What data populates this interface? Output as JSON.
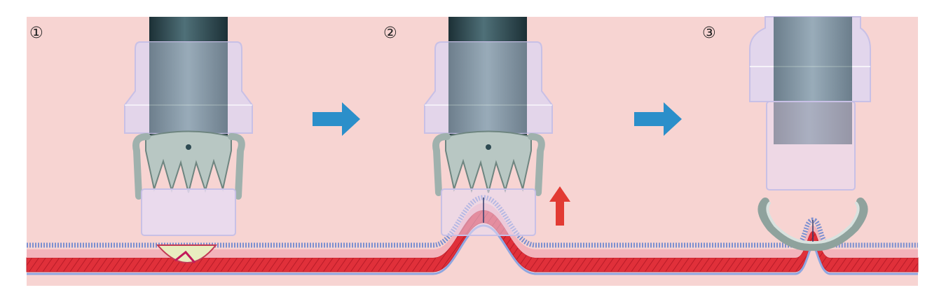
{
  "steps": [
    {
      "label": "①"
    },
    {
      "label": "②"
    },
    {
      "label": "③"
    }
  ],
  "colors": {
    "background": "#f7d4d2",
    "mucosa": "#7b8fd0",
    "submucosa": "#f0a8b0",
    "muscle": "#e0303a",
    "cap": "#dcd6f2",
    "scope": "#2e4a52",
    "clip": "#9fb1ad",
    "arrow_blue": "#2b8fca",
    "arrow_red": "#e23a33"
  },
  "icons": [
    "arrow-right-icon",
    "arrow-up-icon"
  ]
}
